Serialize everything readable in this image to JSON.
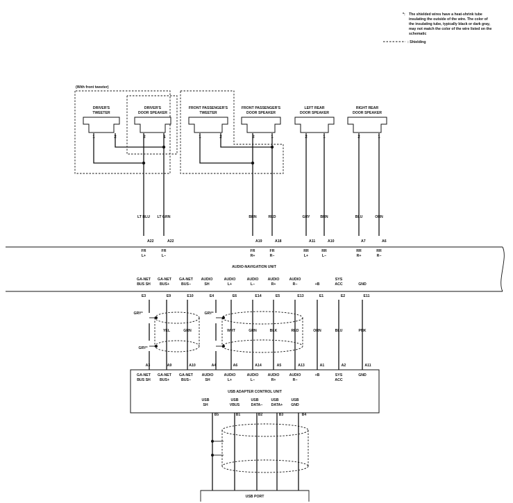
{
  "note": {
    "star": "*:",
    "lines": [
      "The shielded wires have a heat-shrink tube",
      "insulating the outside of the wire. The color of",
      "the insulating tube, typically black or dark gray,",
      "may not match the color of the wire listed on the",
      "schematic"
    ],
    "shielding_legend": ": Shielding"
  },
  "group_label": "(With front tweeter)",
  "speakers": [
    {
      "id": "drv-tweeter",
      "lines": [
        "DRIVER'S",
        "TWEETER"
      ],
      "pins": [
        "1",
        "2"
      ]
    },
    {
      "id": "drv-door",
      "lines": [
        "DRIVER'S",
        "DOOR SPEAKER"
      ],
      "pins": [
        "2",
        "1"
      ]
    },
    {
      "id": "fp-tweeter",
      "lines": [
        "FRONT PASSENGER'S",
        "TWEETER"
      ],
      "pins": [
        "1",
        "2"
      ]
    },
    {
      "id": "fp-door",
      "lines": [
        "FRONT PASSENGER'S",
        "DOOR SPEAKER"
      ],
      "pins": [
        "2",
        "1"
      ]
    },
    {
      "id": "lr-door",
      "lines": [
        "LEFT REAR",
        "DOOR SPEAKER"
      ],
      "pins": [
        "2",
        "1"
      ]
    },
    {
      "id": "rr-door",
      "lines": [
        "RIGHT REAR",
        "DOOR SPEAKER"
      ],
      "pins": [
        "2",
        "1"
      ]
    }
  ],
  "speaker_wires": [
    {
      "color": "LT BLU",
      "pin": "A22",
      "sig1": "FR",
      "sig2": "L+"
    },
    {
      "color": "LT GRN",
      "pin": "A22",
      "sig1": "FR",
      "sig2": "L−"
    },
    {
      "color": "BRN",
      "pin": "A19",
      "sig1": "FR",
      "sig2": "R+"
    },
    {
      "color": "RED",
      "pin": "A18",
      "sig1": "FR",
      "sig2": "R−"
    },
    {
      "color": "GRY",
      "pin": "A11",
      "sig1": "RR",
      "sig2": "L+"
    },
    {
      "color": "BRN",
      "pin": "A10",
      "sig1": "RR",
      "sig2": "L−"
    },
    {
      "color": "BLU",
      "pin": "A7",
      "sig1": "RR",
      "sig2": "R+"
    },
    {
      "color": "ORN",
      "pin": "A6",
      "sig1": "RR",
      "sig2": "R−"
    }
  ],
  "audio_nav_unit": {
    "title": "AUDIO-NAVIGATION UNIT",
    "lower_terminals": [
      {
        "l1": "GA-NET",
        "l2": "BUS SH",
        "pin": "E3"
      },
      {
        "l1": "GA-NET",
        "l2": "BUS+",
        "pin": "E9"
      },
      {
        "l1": "GA-NET",
        "l2": "BUS−",
        "pin": "E10"
      },
      {
        "l1": "AUDIO",
        "l2": "SH",
        "pin": "E4"
      },
      {
        "l1": "AUDIO",
        "l2": "L+",
        "pin": "E6"
      },
      {
        "l1": "AUDIO",
        "l2": "L−",
        "pin": "E14"
      },
      {
        "l1": "AUDIO",
        "l2": "R+",
        "pin": "E5"
      },
      {
        "l1": "AUDIO",
        "l2": "R−",
        "pin": "E13"
      },
      {
        "l1": "+B",
        "l2": "",
        "pin": "E1"
      },
      {
        "l1": "SYS",
        "l2": "ACC",
        "pin": "E2"
      },
      {
        "l1": "GND",
        "l2": "",
        "pin": "E11"
      }
    ]
  },
  "mid_wire_colors": [
    {
      "color": "GRY*"
    },
    {
      "color": "YEL"
    },
    {
      "color": "GRN"
    },
    {
      "color": "GRY*"
    },
    {
      "color": "WHT"
    },
    {
      "color": "GRN"
    },
    {
      "color": "BLK"
    },
    {
      "color": "RED"
    },
    {
      "color": "ORN"
    },
    {
      "color": "BLU"
    },
    {
      "color": "PNK"
    }
  ],
  "second_gry_label": "GRY*",
  "usb_adapter": {
    "title": "USB ADAPTER CONTROL UNIT",
    "top_terminals": [
      {
        "pin": "A3",
        "l1": "GA-NET",
        "l2": "BUS SH"
      },
      {
        "pin": "A9",
        "l1": "GA-NET",
        "l2": "BUS+"
      },
      {
        "pin": "A10",
        "l1": "GA-NET",
        "l2": "BUS−"
      },
      {
        "pin": "A4",
        "l1": "AUDIO",
        "l2": "SH"
      },
      {
        "pin": "A6",
        "l1": "AUDIO",
        "l2": "L+"
      },
      {
        "pin": "A14",
        "l1": "AUDIO",
        "l2": "L−"
      },
      {
        "pin": "A5",
        "l1": "AUDIO",
        "l2": "R+"
      },
      {
        "pin": "A13",
        "l1": "AUDIO",
        "l2": "R−"
      },
      {
        "pin": "A1",
        "l1": "+B",
        "l2": ""
      },
      {
        "pin": "A2",
        "l1": "SYS",
        "l2": "ACC"
      },
      {
        "pin": "A11",
        "l1": "GND",
        "l2": ""
      }
    ],
    "bottom_terminals": [
      {
        "l1": "USB",
        "l2": "SH",
        "pin": "B5"
      },
      {
        "l1": "USB",
        "l2": "VBUS",
        "pin": "B1"
      },
      {
        "l1": "USB",
        "l2": "DATA−",
        "pin": "B2"
      },
      {
        "l1": "USB",
        "l2": "DATA+",
        "pin": "B3"
      },
      {
        "l1": "USB",
        "l2": "GND",
        "pin": "B4"
      }
    ]
  },
  "usb_port": {
    "title": "USB PORT"
  }
}
